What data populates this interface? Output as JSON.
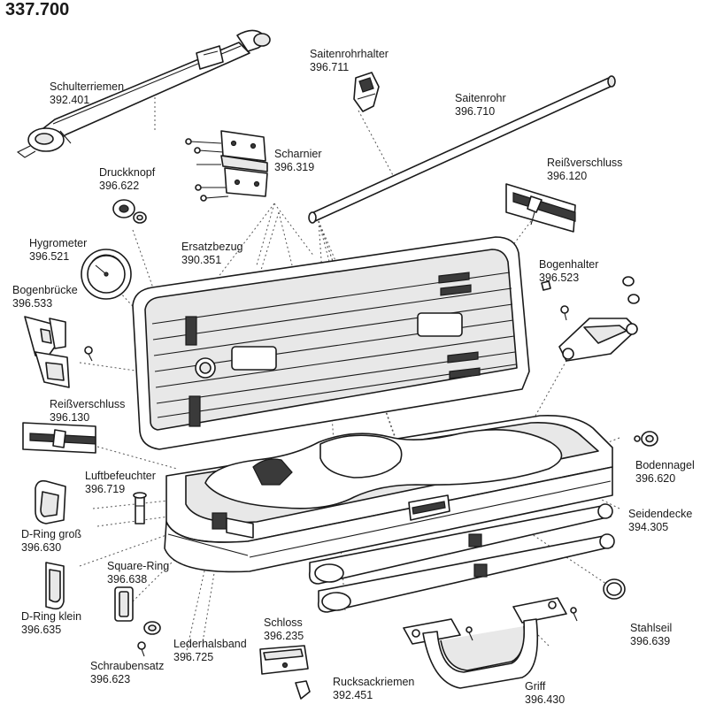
{
  "title": "337.700",
  "labels": {
    "schulterriemen": {
      "name": "Schulterriemen",
      "code": "392.401"
    },
    "saitenrohrhalter": {
      "name": "Saitenrohrhalter",
      "code": "396.711"
    },
    "saitenrohr": {
      "name": "Saitenrohr",
      "code": "396.710"
    },
    "scharnier": {
      "name": "Scharnier",
      "code": "396.319"
    },
    "druckknopf": {
      "name": "Druckknopf",
      "code": "396.622"
    },
    "reissverschluss_top": {
      "name": "Reißverschluss",
      "code": "396.120"
    },
    "hygrometer": {
      "name": "Hygrometer",
      "code": "396.521"
    },
    "ersatzbezug": {
      "name": "Ersatzbezug",
      "code": "390.351"
    },
    "bogenhalter": {
      "name": "Bogenhalter",
      "code": "396.523"
    },
    "bogenbruecke": {
      "name": "Bogenbrücke",
      "code": "396.533"
    },
    "reissverschluss_left": {
      "name": "Reißverschluss",
      "code": "396.130"
    },
    "bodennagel": {
      "name": "Bodennagel",
      "code": "396.620"
    },
    "luftbefeuchter": {
      "name": "Luftbefeuchter",
      "code": "396.719"
    },
    "seidendecke": {
      "name": "Seidendecke",
      "code": "394.305"
    },
    "dring_gross": {
      "name": "D-Ring groß",
      "code": "396.630"
    },
    "square_ring": {
      "name": "Square-Ring",
      "code": "396.638"
    },
    "dring_klein": {
      "name": "D-Ring klein",
      "code": "396.635"
    },
    "schloss": {
      "name": "Schloss",
      "code": "396.235"
    },
    "lederhalsband": {
      "name": "Lederhalsband",
      "code": "396.725"
    },
    "stahlseil": {
      "name": "Stahlseil",
      "code": "396.639"
    },
    "schraubensatz": {
      "name": "Schraubensatz",
      "code": "396.623"
    },
    "rucksackriemen": {
      "name": "Rucksackriemen",
      "code": "392.451"
    },
    "griff": {
      "name": "Griff",
      "code": "396.430"
    }
  }
}
